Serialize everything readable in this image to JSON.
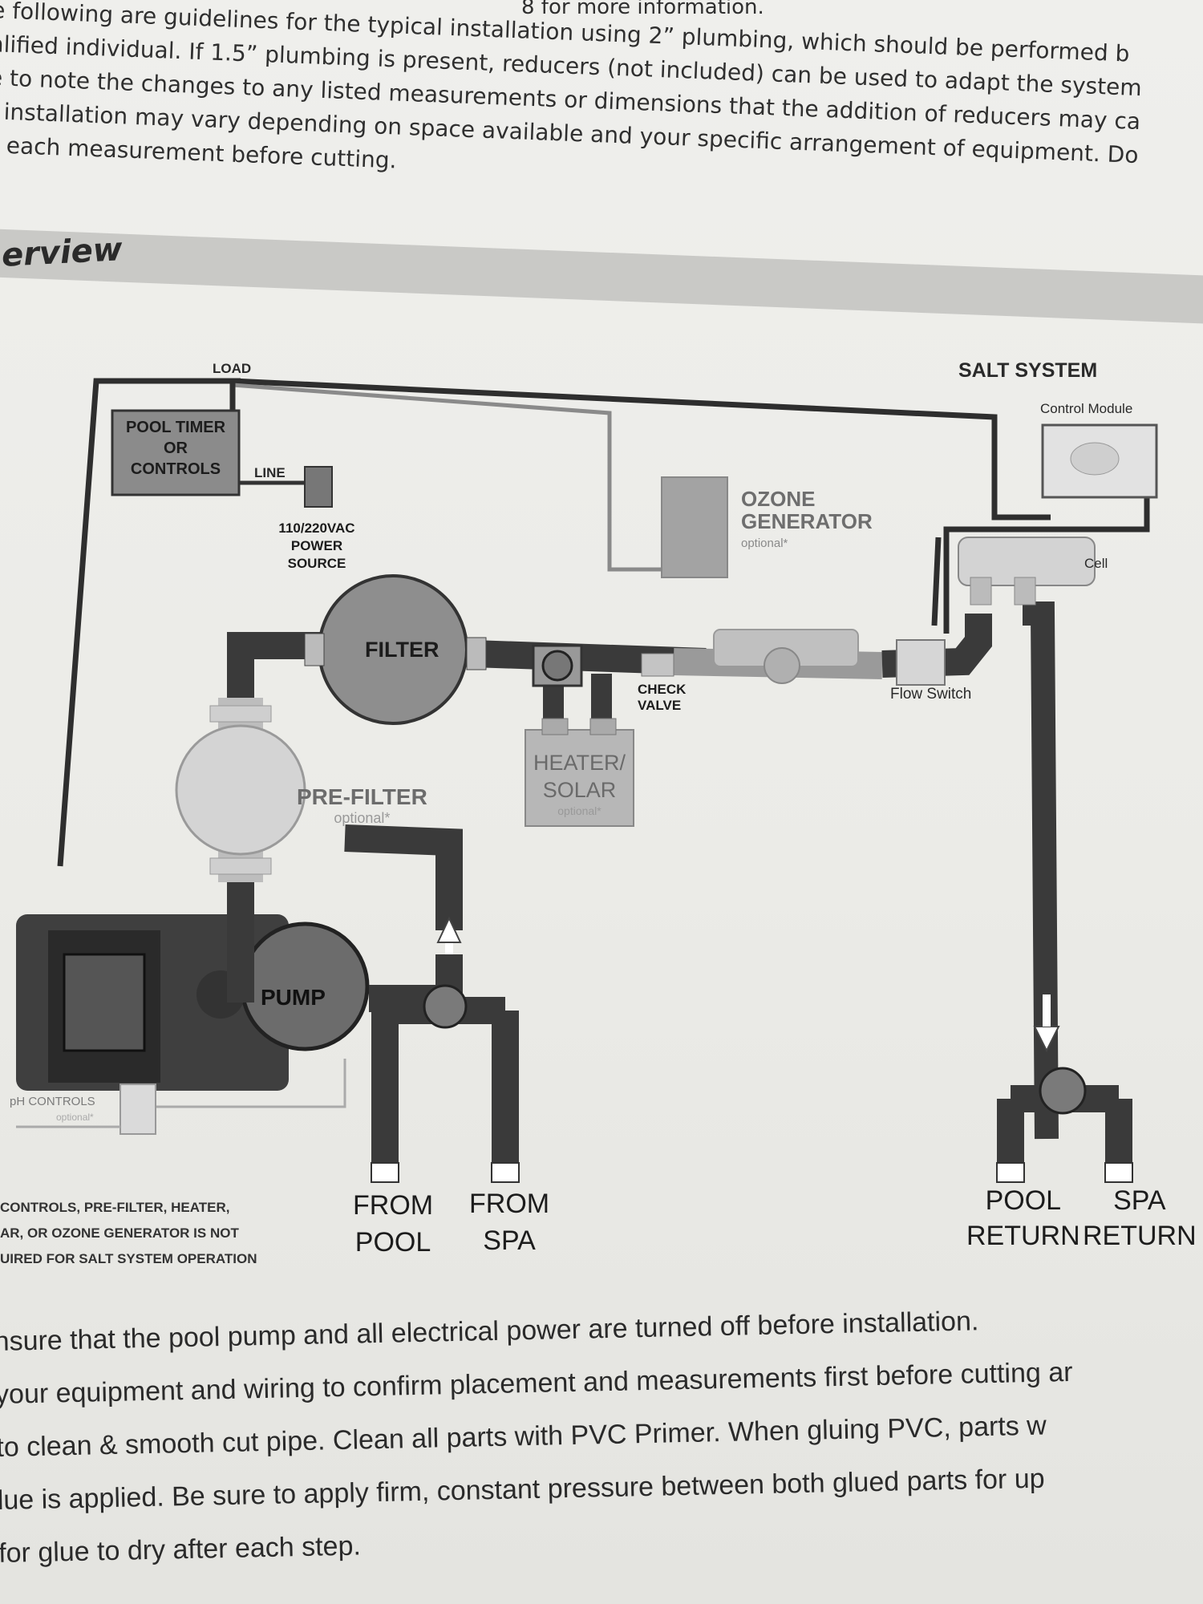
{
  "header": {
    "note": "8 for more information.",
    "intro_lines": [
      "e following are guidelines for the typical installation using 2” plumbing, which should be performed b",
      "alified individual. If 1.5” plumbing is present, reducers (not included) can be used to adapt the system",
      "e to note the changes to any listed measurements or dimensions that the addition of reducers may ca",
      "r installation may vary depending on space available and your specific arrangement of equipment. Do",
      "k each measurement before cutting."
    ]
  },
  "section": {
    "title": "erview"
  },
  "diagram": {
    "load": "LOAD",
    "line": "LINE",
    "pool_timer": [
      "POOL TIMER",
      "OR",
      "CONTROLS"
    ],
    "power_source": [
      "110/220VAC",
      "POWER",
      "SOURCE"
    ],
    "salt_system": "SALT SYSTEM",
    "control_module": "Control Module",
    "cell": "Cell",
    "ozone": [
      "OZONE",
      "GENERATOR"
    ],
    "ozone_optional": "optional*",
    "filter": "FILTER",
    "check_valve": [
      "CHECK",
      "VALVE"
    ],
    "flow_switch": "Flow Switch",
    "heater": [
      "HEATER/",
      "SOLAR"
    ],
    "heater_optional": "optional*",
    "prefilter": "PRE-FILTER",
    "prefilter_optional": "optional*",
    "pump": "PUMP",
    "ph_controls": "pH CONTROLS",
    "ph_optional": "optional*",
    "from_pool": [
      "FROM",
      "POOL"
    ],
    "from_spa": [
      "FROM",
      "SPA"
    ],
    "pool_return": [
      "POOL",
      "RETURN"
    ],
    "spa_return": [
      "SPA",
      "RETURN"
    ],
    "disclaimer": [
      "CONTROLS, PRE-FILTER, HEATER,",
      "AR, OR OZONE GENERATOR IS NOT",
      "UIRED FOR SALT SYSTEM OPERATION"
    ]
  },
  "footer": {
    "lines": [
      "nsure that the pool pump and all electrical power are turned off before installation.",
      "your equipment and wiring to confirm placement and measurements first before cutting ar",
      "to clean & smooth cut pipe. Clean all parts with PVC Primer. When gluing PVC, parts w",
      "lue is applied. Be sure to apply firm, constant pressure between both glued parts for up",
      "for glue to dry after each step."
    ]
  }
}
